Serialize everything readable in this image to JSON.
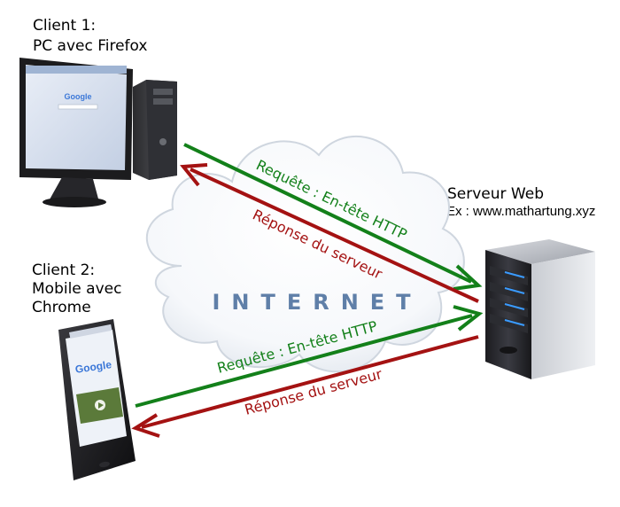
{
  "clients": [
    {
      "title": "Client 1:",
      "desc": "PC avec Firefox"
    },
    {
      "title": "Client 2:",
      "desc_line1": "Mobile avec",
      "desc_line2": "Chrome"
    }
  ],
  "server": {
    "title": "Serveur Web",
    "example": "Ex : www.mathartung.xyz"
  },
  "internet_label": "INTERNET",
  "arrows": {
    "request": "Requête : En-tête HTTP",
    "response": "Réponse du serveur"
  },
  "screen_brands": {
    "desktop": "Google",
    "mobile": "Google"
  },
  "colors": {
    "request": "#13801a",
    "response": "#a41212",
    "internet": "#5f7fa8"
  }
}
